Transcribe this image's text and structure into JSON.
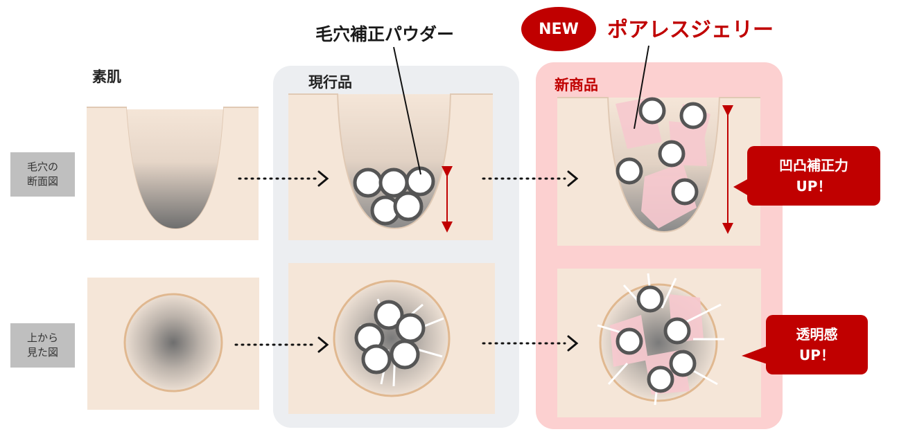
{
  "labels": {
    "bare_skin": "素肌",
    "current_product": "現行品",
    "new_product": "新商品",
    "powder_label": "毛穴補正パウダー",
    "new_badge": "NEW",
    "product_name": "ポアレスジェリー",
    "side_cross_section_1": "毛穴の",
    "side_cross_section_2": "断面図",
    "side_top_view_1": "上から",
    "side_top_view_2": "見た図",
    "callout1_line1": "凹凸補正力",
    "callout1_line2": "UP！",
    "callout2_line1": "透明感",
    "callout2_line2": "UP！"
  },
  "colors": {
    "skin": "#f5e6d8",
    "current_panel": "#eceef1",
    "new_panel": "#fcd0d0",
    "accent_red": "#c00000",
    "pore_shadow": "#7a7a7a",
    "particle_outline": "#555555",
    "jelly_pink": "#f7c9cf"
  }
}
